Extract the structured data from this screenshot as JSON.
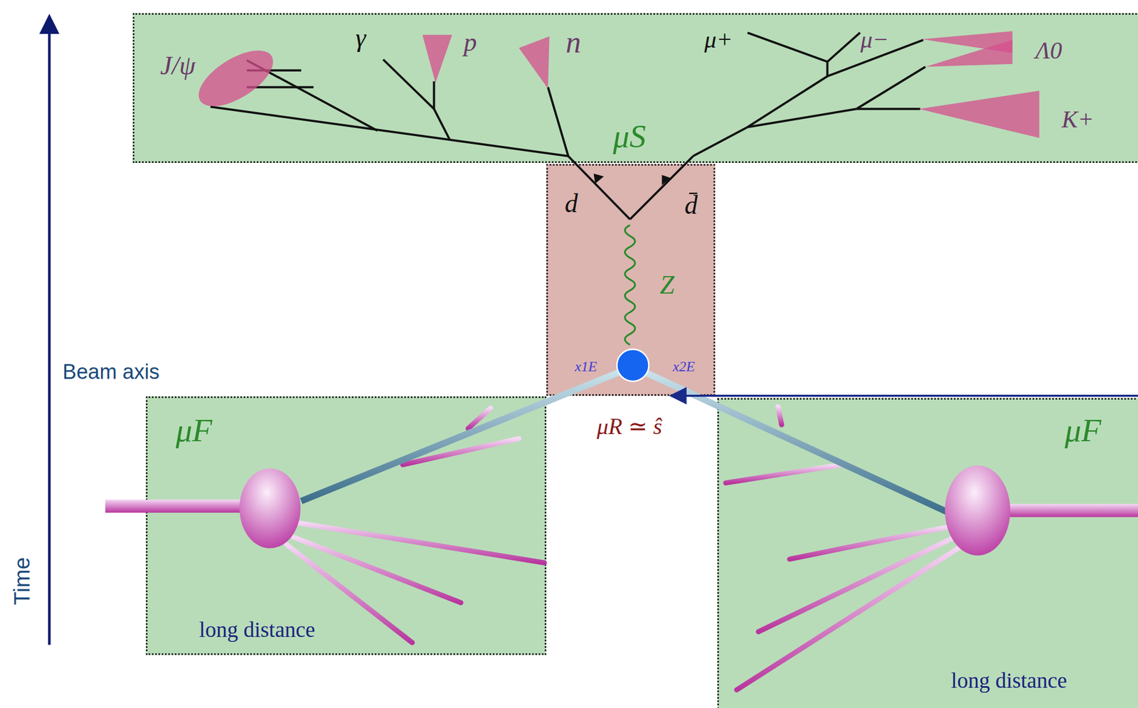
{
  "diagram": {
    "nodes": [
      {
        "text": [
          "μS"
        ]
      },
      {
        "text": [
          "d",
          "d̄",
          "Z",
          "x1E",
          "x2E",
          "μR ≃ ŝ"
        ]
      },
      {
        "text": [
          "μF",
          "long distance"
        ]
      },
      {
        "text": [
          "μF",
          "long distance"
        ]
      }
    ],
    "labels": [
      "J/ψ",
      "γ",
      "p",
      "n",
      "μ+",
      "μ−",
      "Λ0",
      "K+",
      "Beam axis",
      "Time"
    ]
  }
}
